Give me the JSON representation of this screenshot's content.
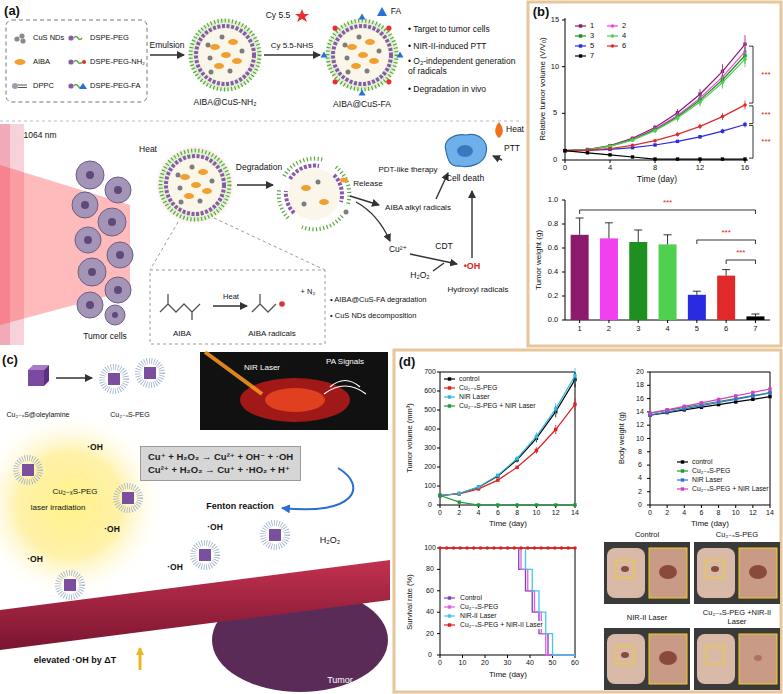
{
  "diagram": {
    "nodes": [
      {
        "text": [
          "AIBA@CuS-NH₂"
        ]
      },
      {
        "text": [
          "AIBA@CuS-FA"
        ]
      },
      {
        "text": [
          "Cell death"
        ]
      },
      {
        "text": [
          "Cu⁺ + H₂O₂ → Cu²⁺ + OH⁻ + ·OH",
          "Cu²⁺ + H₂O₂ → Cu⁺ + ·HO₂ + H⁺"
        ]
      }
    ],
    "edges": [
      {
        "from": 0,
        "to": 1,
        "label": "Cy 5.5-NHS",
        "arrow": "to"
      }
    ],
    "labels": [
      "(a)",
      "Emulsion",
      "Cy 5.5",
      "FA",
      "• Target to tumor cells",
      "• NIR-II-induced PTT",
      "• O₂-independent generation of radicals",
      "• Degradation in vivo",
      "1064 nm",
      "Heat",
      "Tumor cells",
      "AIBA",
      "Heat",
      "AIBA radicals",
      "+ N₂",
      "• AIBA@CuS-FA degradation",
      "• CuS NDs decomposition",
      "Degradation",
      "Release",
      "PDT-like therapy",
      "AIBA alkyl radicals",
      "Heat",
      "PTT",
      "Cu²⁺",
      "CDT",
      "H₂O₂",
      "•OH",
      "Hydroxyl radicals",
      "(b)",
      "Relative tumor volume (V/V₀)",
      "0",
      "5",
      "10",
      "15",
      "0",
      "4",
      "8",
      "12",
      "16",
      "Time (day)",
      "***",
      "***",
      "***",
      "Tumor weight (g)",
      "0.0",
      "0.2",
      "0.4",
      "0.6",
      "0.8",
      "1.0",
      "1",
      "2",
      "3",
      "4",
      "5",
      "6",
      "7",
      "***",
      "***",
      "***",
      "(c)",
      "Cu₂₋ₓS@oleylamine",
      "Cu₂₋ₓS-PEG",
      "NIR Laser",
      "PA Signals",
      "laser irradiation",
      "Cu₂₋ₓS-PEG",
      "Fenton reaction",
      "H₂O₂",
      "·OH",
      "·OH",
      "·OH",
      "·OH",
      "·OH",
      "elevated ·OH by ΔT",
      "Tumor",
      "(d)",
      "Tumor volume (mm³)",
      "0",
      "100",
      "200",
      "300",
      "400",
      "500",
      "600",
      "700",
      "0",
      "2",
      "4",
      "6",
      "8",
      "10",
      "12",
      "14",
      "Time (day)",
      "Body weight (g)",
      "0",
      "2",
      "4",
      "6",
      "8",
      "10",
      "12",
      "14",
      "16",
      "18",
      "20",
      "0",
      "2",
      "4",
      "6",
      "8",
      "10",
      "12",
      "14",
      "Time (day)",
      "Survival rate (%)",
      "0",
      "20",
      "40",
      "60",
      "80",
      "100",
      "0",
      "10",
      "20",
      "30",
      "40",
      "50",
      "60",
      "Time (day)",
      "Control",
      "Cu₂₋ₓS-PEG",
      "NIR-II Laser",
      "Cu₂₋ₓS-PEG +NIR-II Laser"
    ],
    "legend": [
      {
        "text": "CuS NDs"
      },
      {
        "text": "DSPE-PEG"
      },
      {
        "text": "AIBA"
      },
      {
        "text": "DSPE-PEG-NH₂"
      },
      {
        "text": "DPPC"
      },
      {
        "text": "DSPE-PEG-FA"
      },
      {
        "text": "1"
      },
      {
        "text": "2"
      },
      {
        "text": "3"
      },
      {
        "text": "4"
      },
      {
        "text": "5"
      },
      {
        "text": "6"
      },
      {
        "text": "7"
      },
      {
        "text": "control"
      },
      {
        "text": "Cu₂₋ₓS-PEG"
      },
      {
        "text": "NIR Laser"
      },
      {
        "text": "Cu₂₋ₓS-PEG + NIR Laser"
      },
      {
        "text": "control"
      },
      {
        "text": "Cu₂₋ₓS-PEG"
      },
      {
        "text": "NIR Laser"
      },
      {
        "text": "Cu₂₋ₓS-PEG + NIR Laser"
      },
      {
        "text": "Control"
      },
      {
        "text": "Cu₂₋ₓS-PEG"
      },
      {
        "text": "NIR-II Laser"
      },
      {
        "text": "Cu₂₋ₓS-PEG + NIR-II Laser"
      }
    ]
  }
}
